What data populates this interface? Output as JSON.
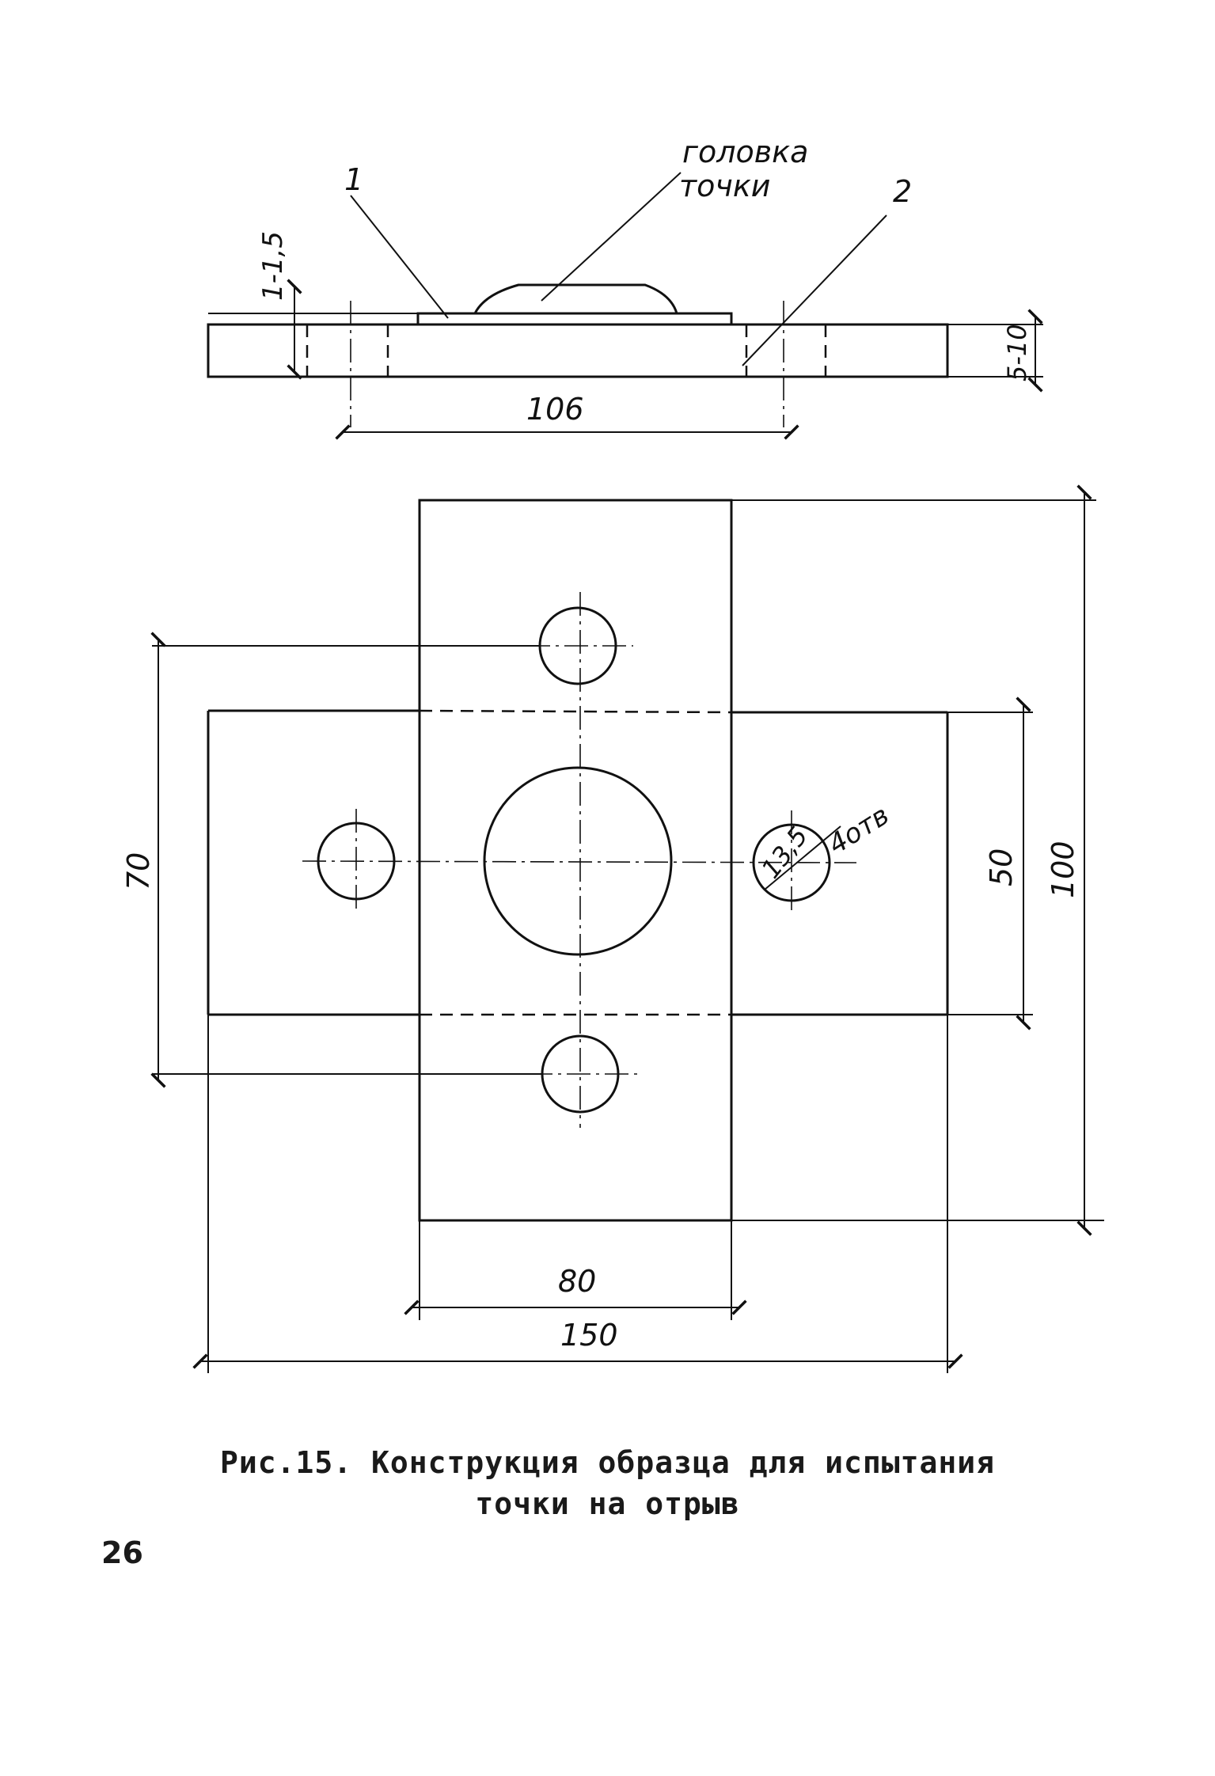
{
  "labels": {
    "head_line1": "головка",
    "head_line2": "точки",
    "part1": "1",
    "part2": "2",
    "dim_thickness_head": "1-1,5",
    "dim_thickness_plate": "5-10",
    "dim_length_106": "106",
    "dim_70": "70",
    "dim_50": "50",
    "dim_100": "100",
    "dim_80": "80",
    "dim_150": "150",
    "hole_dia": "13,5",
    "hole_count": "4отв"
  },
  "caption": {
    "line1": "Рис.15. Конструкция образца для испытания",
    "line2": "точки на отрыв"
  },
  "page_number": "26"
}
